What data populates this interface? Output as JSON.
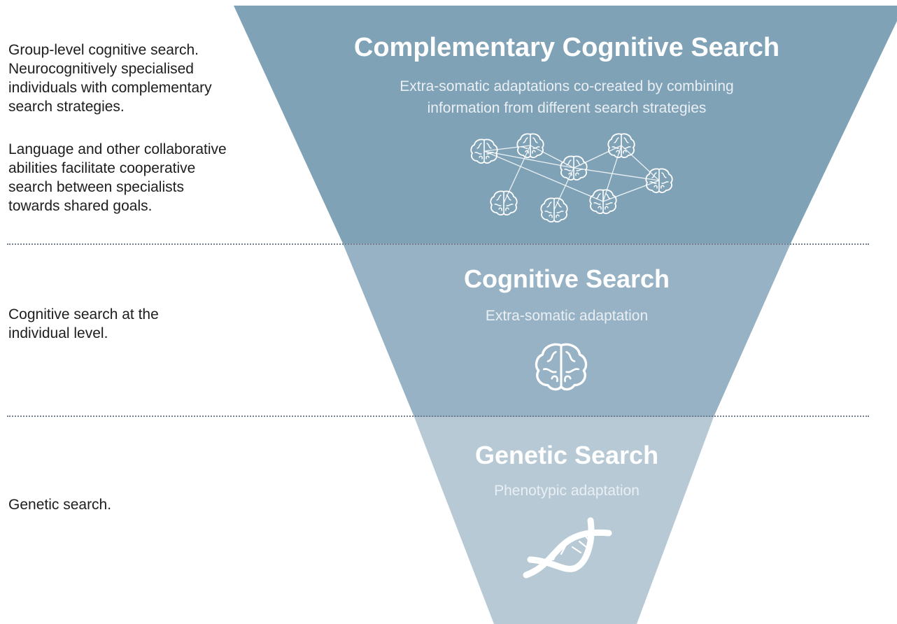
{
  "colors": {
    "complementary_band": "#7fa2b6",
    "cognitive_band": "#96b2c4",
    "genetic_band": "#b6c9d5",
    "icon_stroke": "#ffffff",
    "divider": "#6f7e8a",
    "text": "#1d1d1d"
  },
  "levels": [
    {
      "title": "Complementary Cognitive Search",
      "subtitle": "Extra-somatic adaptations co-created by combining\ninformation from different search strategies",
      "icon": "brain-network-icon",
      "description": [
        "Group-level cognitive search.\nNeurocognitively specialised\nindividuals with complementary\nsearch strategies.",
        "Language and other collaborative\nabilities facilitate cooperative\nsearch between specialists\ntowards shared goals."
      ]
    },
    {
      "title": "Cognitive Search",
      "subtitle": "Extra-somatic adaptation",
      "icon": "brain-icon",
      "description": [
        "Cognitive search at the\nindividual level."
      ]
    },
    {
      "title": "Genetic Search",
      "subtitle": "Phenotypic  adaptation",
      "icon": "dna-icon",
      "description": [
        "Genetic search."
      ]
    }
  ]
}
